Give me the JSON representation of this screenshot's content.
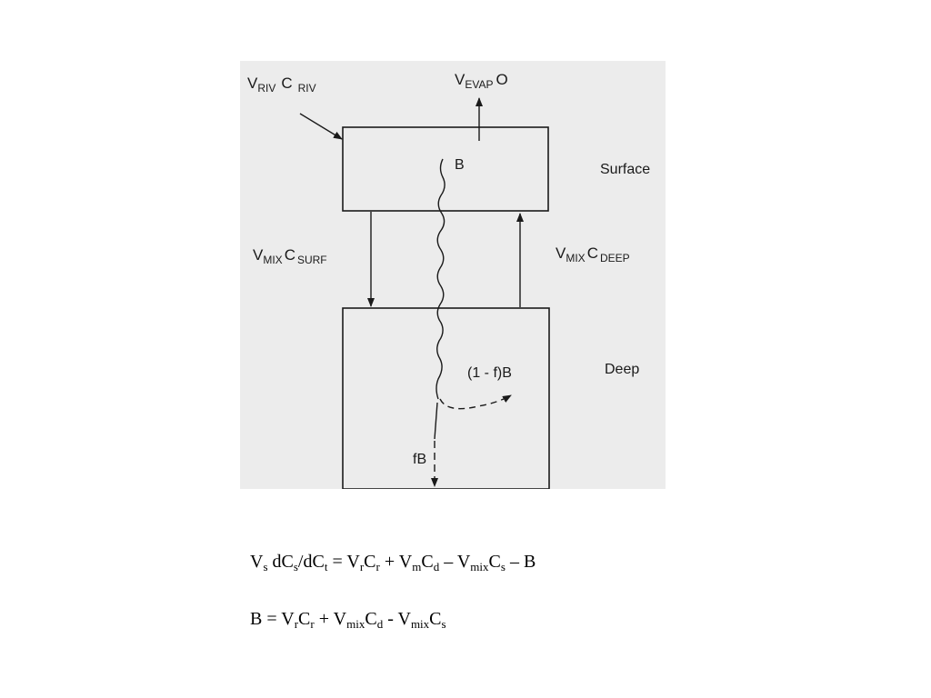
{
  "diagram": {
    "labels": {
      "v_riv": "V",
      "v_riv_sub": "RIV",
      "c_riv": "C",
      "c_riv_sub": "RIV",
      "v_evap": "V",
      "v_evap_sub": "EVAP",
      "evap_o": "O",
      "b": "B",
      "surface": "Surface",
      "v_mix_left": "V",
      "v_mix_left_sub": "MIX",
      "c_surf": "C",
      "c_surf_sub": "SURF",
      "v_mix_right": "V",
      "v_mix_right_sub": "MIX",
      "c_deep": "C",
      "c_deep_sub": "DEEP",
      "deep": "Deep",
      "one_minus_f_b": "(1 - f)B",
      "f_b": "fB"
    }
  },
  "equations": {
    "eq1": [
      {
        "t": "V"
      },
      {
        "t": "s",
        "sub": true
      },
      {
        "t": " dC"
      },
      {
        "t": "s",
        "sub": true
      },
      {
        "t": "/dC"
      },
      {
        "t": "t",
        "sub": true
      },
      {
        "t": " = V"
      },
      {
        "t": "r",
        "sub": true
      },
      {
        "t": "C"
      },
      {
        "t": "r",
        "sub": true
      },
      {
        "t": " + V"
      },
      {
        "t": "m",
        "sub": true
      },
      {
        "t": "C"
      },
      {
        "t": "d",
        "sub": true
      },
      {
        "t": " – V"
      },
      {
        "t": "mix",
        "sub": true
      },
      {
        "t": "C"
      },
      {
        "t": "s",
        "sub": true
      },
      {
        "t": " – B"
      }
    ],
    "eq2": [
      {
        "t": "B = V"
      },
      {
        "t": "r",
        "sub": true
      },
      {
        "t": "C"
      },
      {
        "t": "r",
        "sub": true
      },
      {
        "t": " + V"
      },
      {
        "t": "mix",
        "sub": true
      },
      {
        "t": "C"
      },
      {
        "t": "d",
        "sub": true
      },
      {
        "t": " - V"
      },
      {
        "t": "mix",
        "sub": true
      },
      {
        "t": "C"
      },
      {
        "t": "s",
        "sub": true
      }
    ]
  }
}
